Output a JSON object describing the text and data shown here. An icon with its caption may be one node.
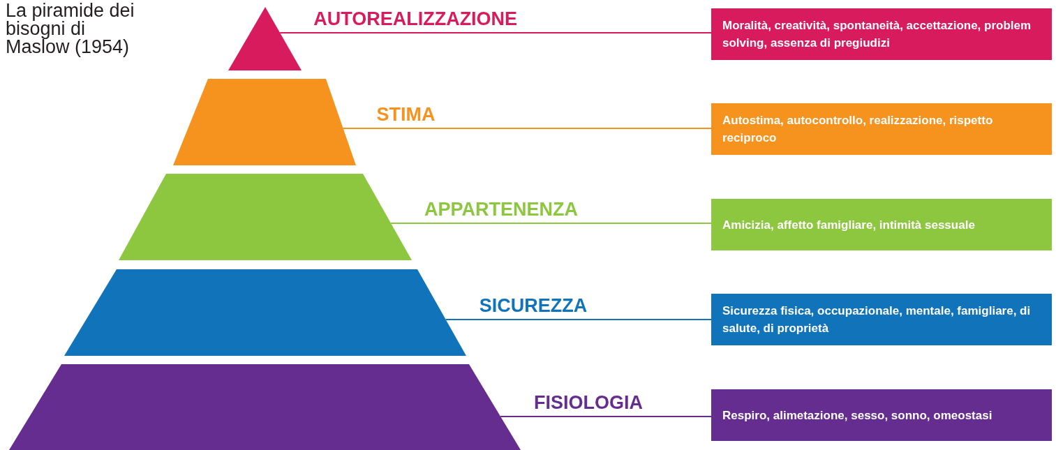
{
  "diagram": {
    "title": "**La piramide dei bisogni di Maslow** (1954)",
    "nodes": [
      {
        "text": [],
        "shape": "triangle"
      },
      {
        "text": [
          "Moralità, creatività, spontaneità, accettazione, problem solving, assenza di pregiudizi"
        ]
      },
      {
        "text": [],
        "shape": "trapezoid"
      },
      {
        "text": [
          "Autostima, autocontrollo, realizzazione, rispetto reciproco"
        ]
      },
      {
        "text": [],
        "shape": "trapezoid"
      },
      {
        "text": [
          "Amicizia, affetto famigliare, intimità sessuale"
        ]
      },
      {
        "text": [],
        "shape": "trapezoid"
      },
      {
        "text": [
          "Sicurezza fisica, occupazionale, mentale, famigliare, di salute, di proprietà"
        ]
      },
      {
        "text": [],
        "shape": "trapezoid"
      },
      {
        "text": [
          "Respiro, alimetazione, sesso, sonno, omeostasi"
        ]
      }
    ],
    "edges": [
      {
        "from": 0,
        "to": 1,
        "arrow": "none",
        "label": "AUTOREALIZZAZIONE",
        "color": "#d81b5c"
      },
      {
        "from": 2,
        "to": 3,
        "arrow": "none",
        "label": "STIMA",
        "color": "#f6921e"
      },
      {
        "from": 4,
        "to": 5,
        "arrow": "none",
        "label": "APPARTENENZA",
        "color": "#8dc63f"
      },
      {
        "from": 6,
        "to": 7,
        "arrow": "none",
        "label": "SICUREZZA",
        "color": "#1174bb"
      },
      {
        "from": 8,
        "to": 9,
        "arrow": "none",
        "label": "FISIOLOGIA",
        "color": "#652d90"
      }
    ]
  }
}
